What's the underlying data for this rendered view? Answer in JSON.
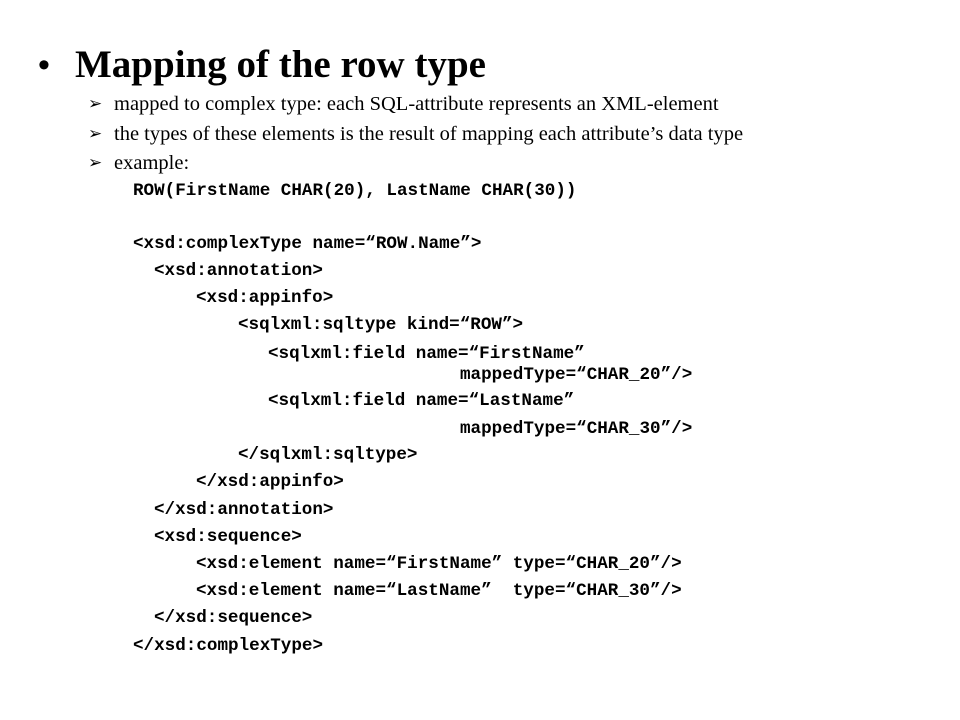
{
  "slide": {
    "bullet": "•",
    "title": "Mapping of the row type",
    "sub_bullet_glyph": "➢",
    "points": [
      "mapped to complex type: each SQL-attribute represents an XML-element",
      "the types of these elements is the result of mapping each attribute’s data type",
      "example:"
    ],
    "code_lines": [
      "ROW(FirstName CHAR(20), LastName CHAR(30))",
      "<xsd:complexType name=“ROW.Name”>",
      "<xsd:annotation>",
      "<xsd:appinfo>",
      "<sqlxml:sqltype kind=“ROW”>",
      "<sqlxml:field name=“FirstName”",
      "mappedType=“CHAR_20”/>",
      "<sqlxml:field name=“LastName”",
      "mappedType=“CHAR_30”/>",
      "</sqlxml:sqltype>",
      "</xsd:appinfo>",
      "</xsd:annotation>",
      "<xsd:sequence>",
      "<xsd:element name=“FirstName” type=“CHAR_20”/>",
      "<xsd:element name=“LastName”  type=“CHAR_30”/>",
      "</xsd:sequence>",
      "</xsd:complexType>"
    ]
  }
}
